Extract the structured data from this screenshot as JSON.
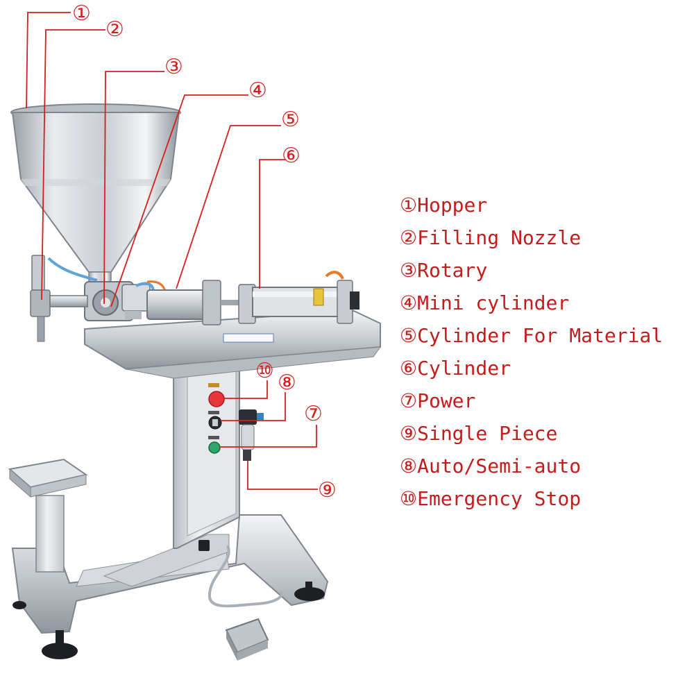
{
  "callouts": [
    {
      "num": "①"
    },
    {
      "num": "②"
    },
    {
      "num": "③"
    },
    {
      "num": "④"
    },
    {
      "num": "⑤"
    },
    {
      "num": "⑥"
    },
    {
      "num": "⑦"
    },
    {
      "num": "⑧"
    },
    {
      "num": "⑨"
    },
    {
      "num": "⑩"
    }
  ],
  "legend": [
    {
      "text": "①Hopper"
    },
    {
      "text": "②Filling Nozzle"
    },
    {
      "text": "③Rotary"
    },
    {
      "text": "④Mini cylinder"
    },
    {
      "text": "⑤Cylinder For Material"
    },
    {
      "text": "⑥Cylinder"
    },
    {
      "text": "⑦Power"
    },
    {
      "text": "⑨Single Piece"
    },
    {
      "text": "⑧Auto/Semi-auto"
    },
    {
      "text": "⑩Emergency Stop"
    }
  ],
  "panel": {
    "button_labels": [
      "■ ■",
      "■ ■",
      "■ ■"
    ]
  },
  "colors": {
    "leader": "#d71e1e",
    "steel_light": "#eceef0",
    "steel_mid": "#c8ccd1",
    "steel_dark": "#8c939a",
    "emergency_button": "#e8373a",
    "power_button": "#2fa56a",
    "air_tube": "#5fa3d8"
  }
}
